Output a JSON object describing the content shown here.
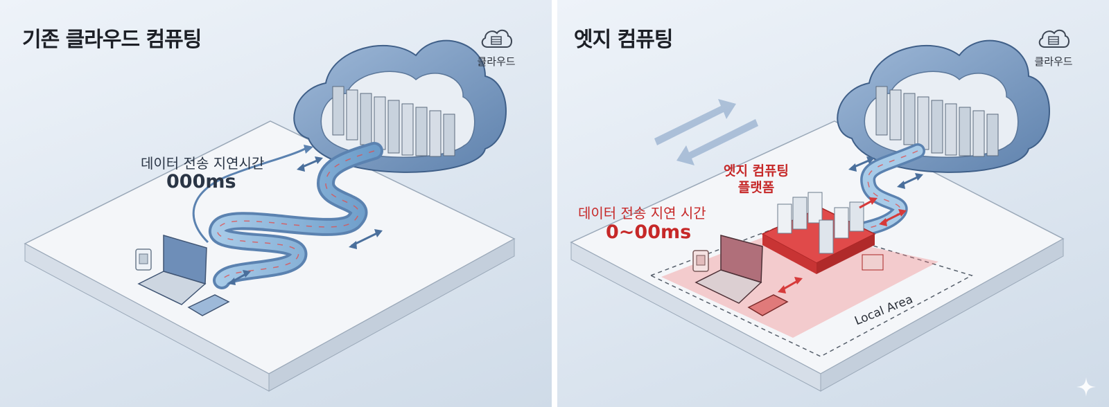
{
  "left_panel": {
    "title": "기존 클라우드 컴퓨팅",
    "cloud_label": "클라우드",
    "latency_label": "데이터 전송 지연시간",
    "latency_value": "000ms"
  },
  "right_panel": {
    "title": "엣지 컴퓨팅",
    "cloud_label": "클라우드",
    "edge_platform_label_line1": "엣지 컴퓨팅",
    "edge_platform_label_line2": "플랫폼",
    "latency_label": "데이터 전송 지연 시간",
    "latency_value": "0~00ms",
    "local_area_label": "Local Area"
  },
  "colors": {
    "accent_blue": "#5b82b0",
    "accent_red": "#d63a3a",
    "platform": "#f4f6f9",
    "server": "#dfe5ec"
  },
  "icons": [
    "cloud-server-icon",
    "laptop-icon",
    "phone-icon",
    "sensor-icon",
    "sparkle-icon",
    "bidirectional-arrow-icon"
  ]
}
